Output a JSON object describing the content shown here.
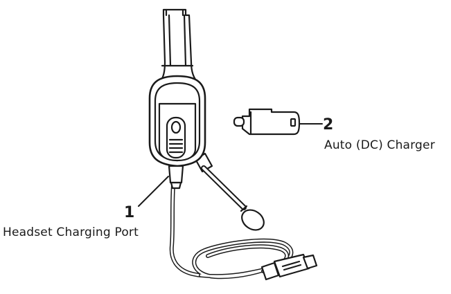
{
  "callouts": [
    {
      "number": "1",
      "label": "Headset Charging Port"
    },
    {
      "number": "2",
      "label": "Auto (DC) Charger"
    }
  ],
  "colors": {
    "line": "#1a1a1a",
    "fill": "#ffffff"
  }
}
